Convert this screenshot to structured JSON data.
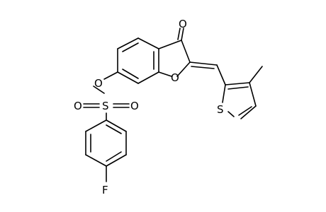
{
  "molecule": {
    "atoms": {
      "carbonyl_O": "O",
      "furan_O": "O",
      "ester_O": "O",
      "sulfur_sulfonyl": "S",
      "sulfonyl_O_left": "O",
      "sulfonyl_O_right": "O",
      "thiophene_S": "S",
      "fluorine": "F"
    }
  }
}
